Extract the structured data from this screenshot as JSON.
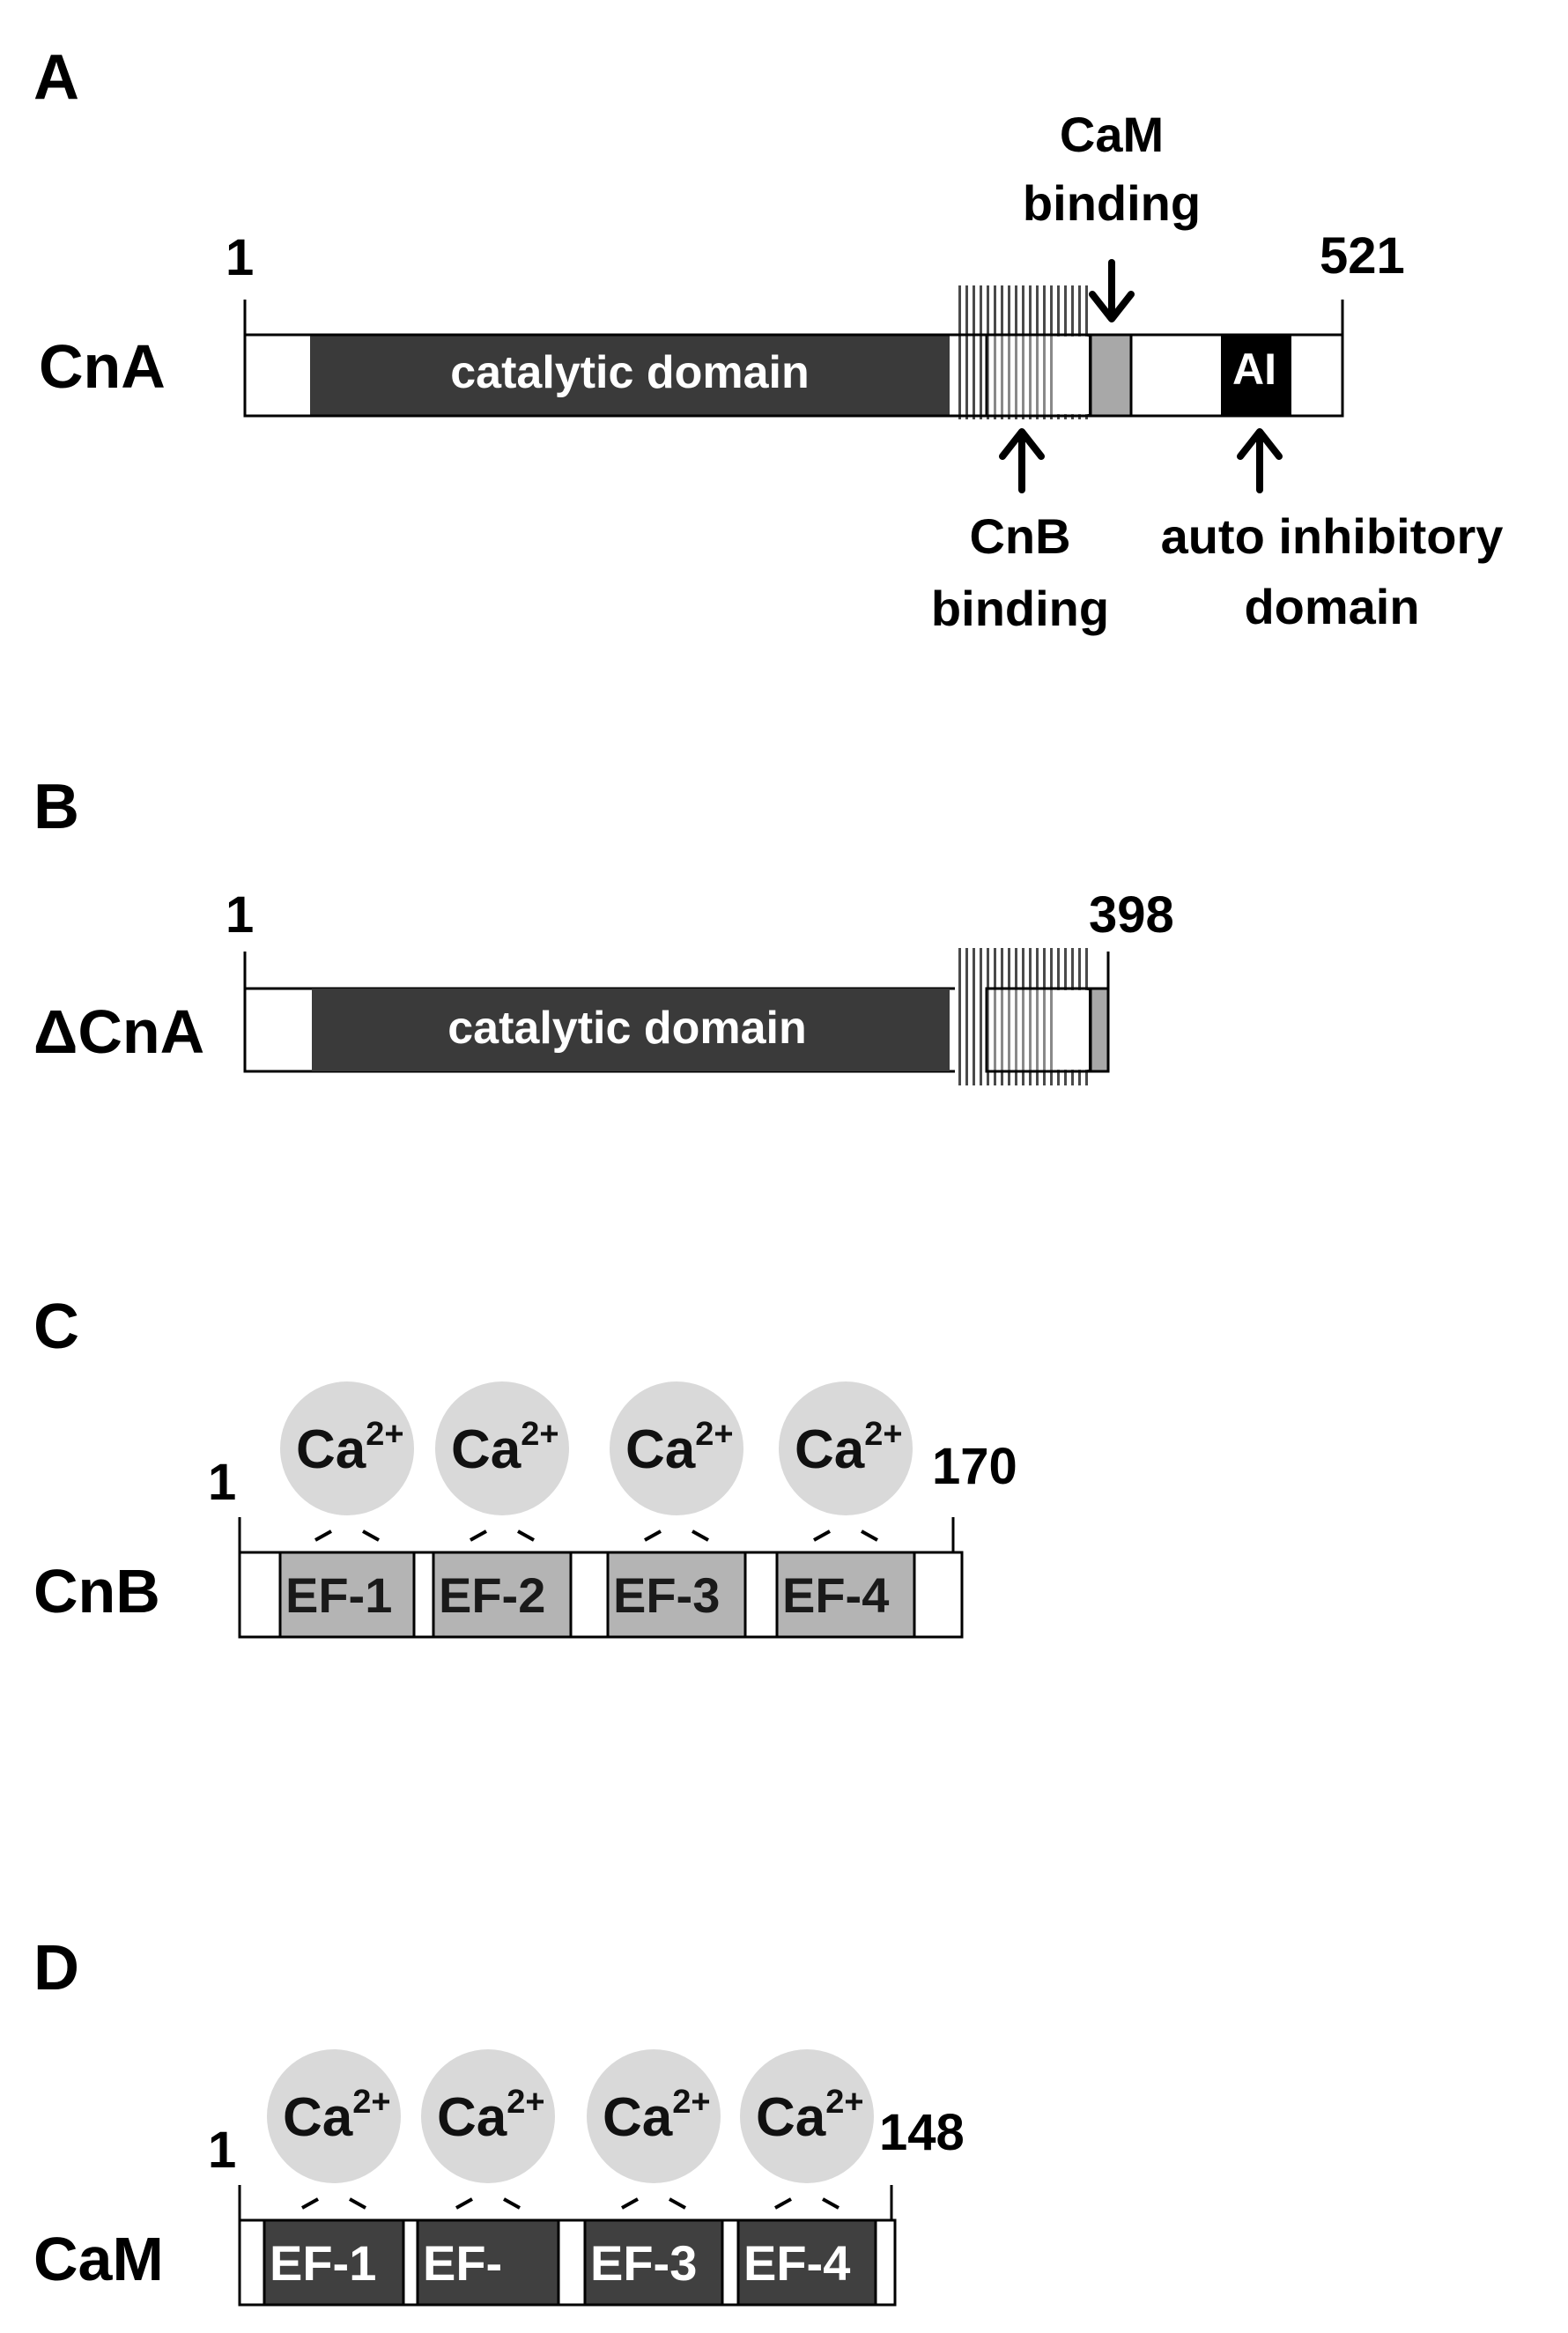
{
  "colors": {
    "catalytic": "#3a3a3a",
    "cam_binding": "#a8a8a8",
    "ai": "#000000",
    "cnb_ef": "#b4b4b4",
    "cam_ef": "#404040",
    "calcium": "#d9d9d9",
    "outline": "#000000"
  },
  "panels": {
    "A": {
      "letter": "A",
      "protein": "CnA",
      "start": "1",
      "end": "521",
      "catalytic": "catalytic domain",
      "ai": "AI",
      "cam_label_1": "CaM",
      "cam_label_2": "binding",
      "cnb_label_1": "CnB",
      "cnb_label_2": "binding",
      "ai_label_1": "auto inhibitory",
      "ai_label_2": "domain"
    },
    "B": {
      "letter": "B",
      "protein": "ΔCnA",
      "start": "1",
      "end": "398",
      "catalytic": "catalytic domain"
    },
    "C": {
      "letter": "C",
      "protein": "CnB",
      "start": "1",
      "end": "170",
      "ion": "Ca",
      "charge": "2+",
      "ef": [
        "EF-1",
        "EF-2",
        "EF-3",
        "EF-4"
      ]
    },
    "D": {
      "letter": "D",
      "protein": "CaM",
      "start": "1",
      "end": "148",
      "ion": "Ca",
      "charge": "2+",
      "ef": [
        "EF-1",
        "EF-",
        "EF-3",
        "EF-4"
      ]
    }
  }
}
